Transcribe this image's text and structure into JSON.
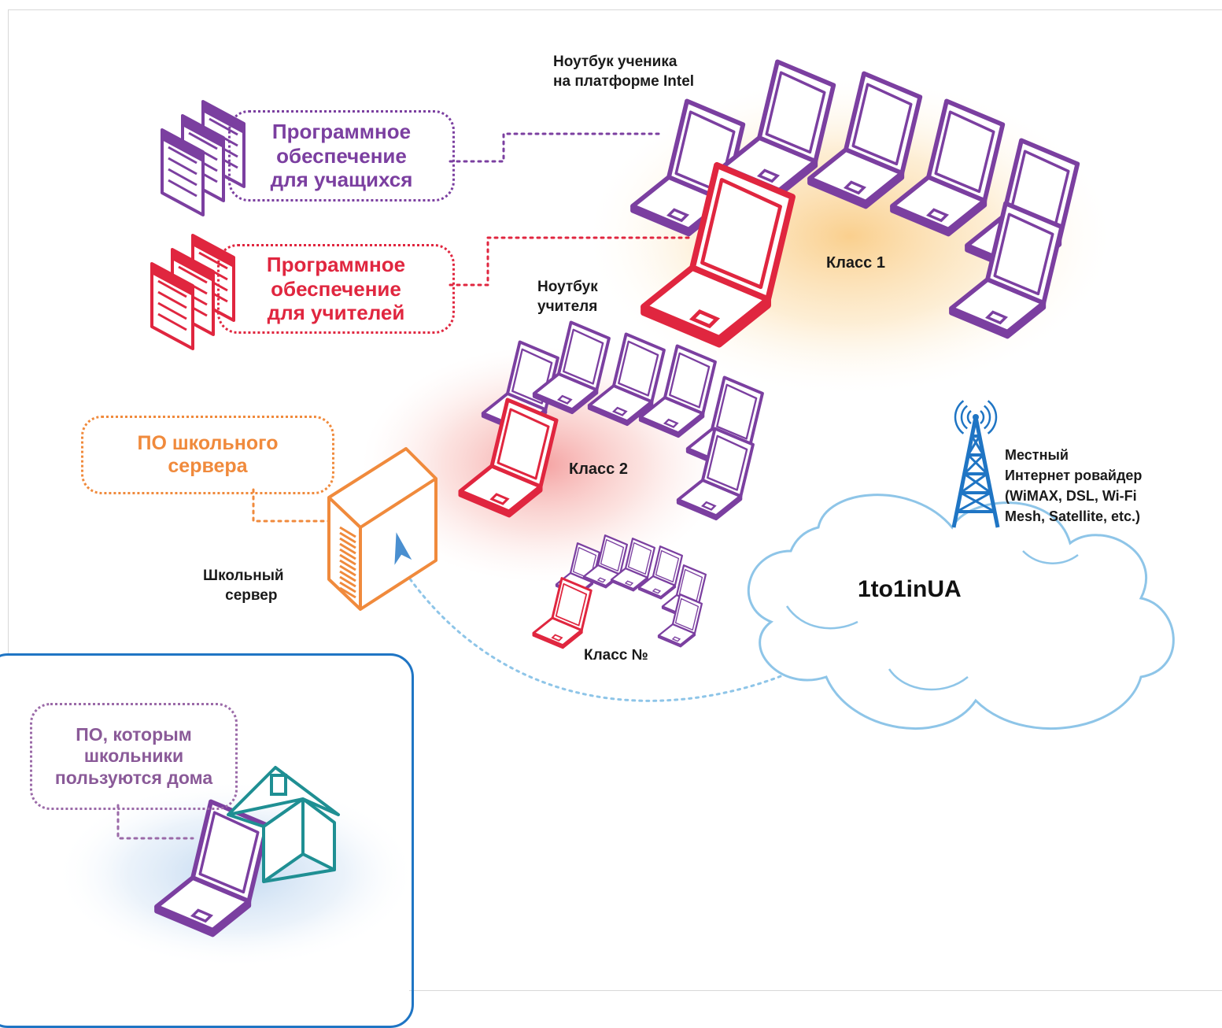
{
  "labels": {
    "student_laptop": [
      "Ноутбук ученика",
      "на платформе Intel"
    ],
    "teacher_laptop": [
      "Ноутбук",
      "учителя"
    ],
    "class1": "Класс 1",
    "class2": "Класс 2",
    "classN": "Класс №",
    "school_server": [
      "Школьный",
      "сервер"
    ],
    "isp": [
      "Местный",
      "Интернет ровайдер",
      "(WiMAX, DSL, Wi-Fi",
      "Mesh, Satellite, etc.)"
    ],
    "cloud": "1to1inUA"
  },
  "boxes": {
    "student_software": [
      "Программное",
      "обеспечение",
      "для учащихся"
    ],
    "teacher_software": [
      "Программное",
      "обеспечение",
      "для учителей"
    ],
    "server_software": [
      "ПО школьного",
      "сервера"
    ],
    "home_software": [
      "ПО, которым",
      "школьники",
      "пользуются дома"
    ]
  },
  "colors": {
    "purple": "#7b3fa0",
    "red": "#e0263f",
    "orange": "#f08a3c",
    "blue": "#1f75c4",
    "teal": "#1f8f93",
    "cloud": "#8ec5e8"
  },
  "icons": [
    "laptop-icon",
    "document-stack-icon",
    "server-tower-icon",
    "antenna-tower-icon",
    "cloud-icon",
    "house-icon",
    "cursor-arrow-icon"
  ]
}
